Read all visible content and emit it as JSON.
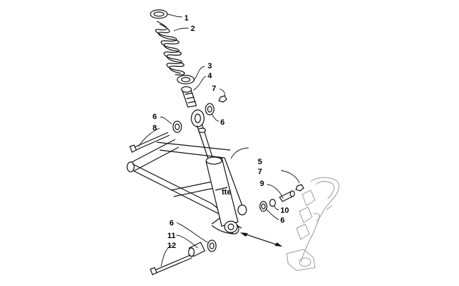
{
  "callouts": {
    "c1": "1",
    "c2": "2",
    "c3": "3",
    "c4": "4",
    "c7a": "7",
    "c6a": "6",
    "c6b": "6",
    "c8": "8",
    "c5": "5",
    "c7b": "7",
    "c9": "9",
    "c10": "10",
    "c6c": "6",
    "c6d": "6",
    "c11": "11",
    "c12": "12"
  }
}
